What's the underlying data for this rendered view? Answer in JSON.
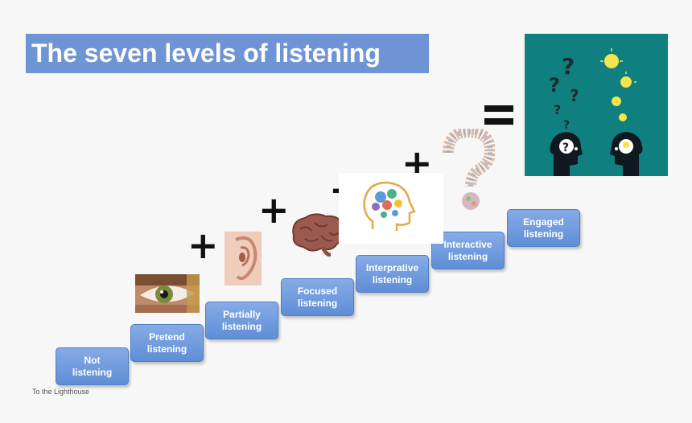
{
  "title": "The seven levels of listening",
  "levels": [
    {
      "label": "Not\nlistening"
    },
    {
      "label": "Pretend\nlistening"
    },
    {
      "label": "Partially\nlistening"
    },
    {
      "label": "Focused\nlistening"
    },
    {
      "label": "Interprative\nlistening"
    },
    {
      "label": "Interactive\nlistening"
    },
    {
      "label": "Engaged\nlistening"
    }
  ],
  "symbols": {
    "plus": "+",
    "equals": "="
  },
  "icons": [
    "eye-image",
    "ear-image",
    "brain-image",
    "head-gears-image",
    "question-mark-image",
    "thinking-heads-image"
  ],
  "colors": {
    "step": "#6f94d6",
    "title_bg": "#6f94d6",
    "teal_panel": "#0f7f7f"
  },
  "footer": "To the Lighthouse"
}
